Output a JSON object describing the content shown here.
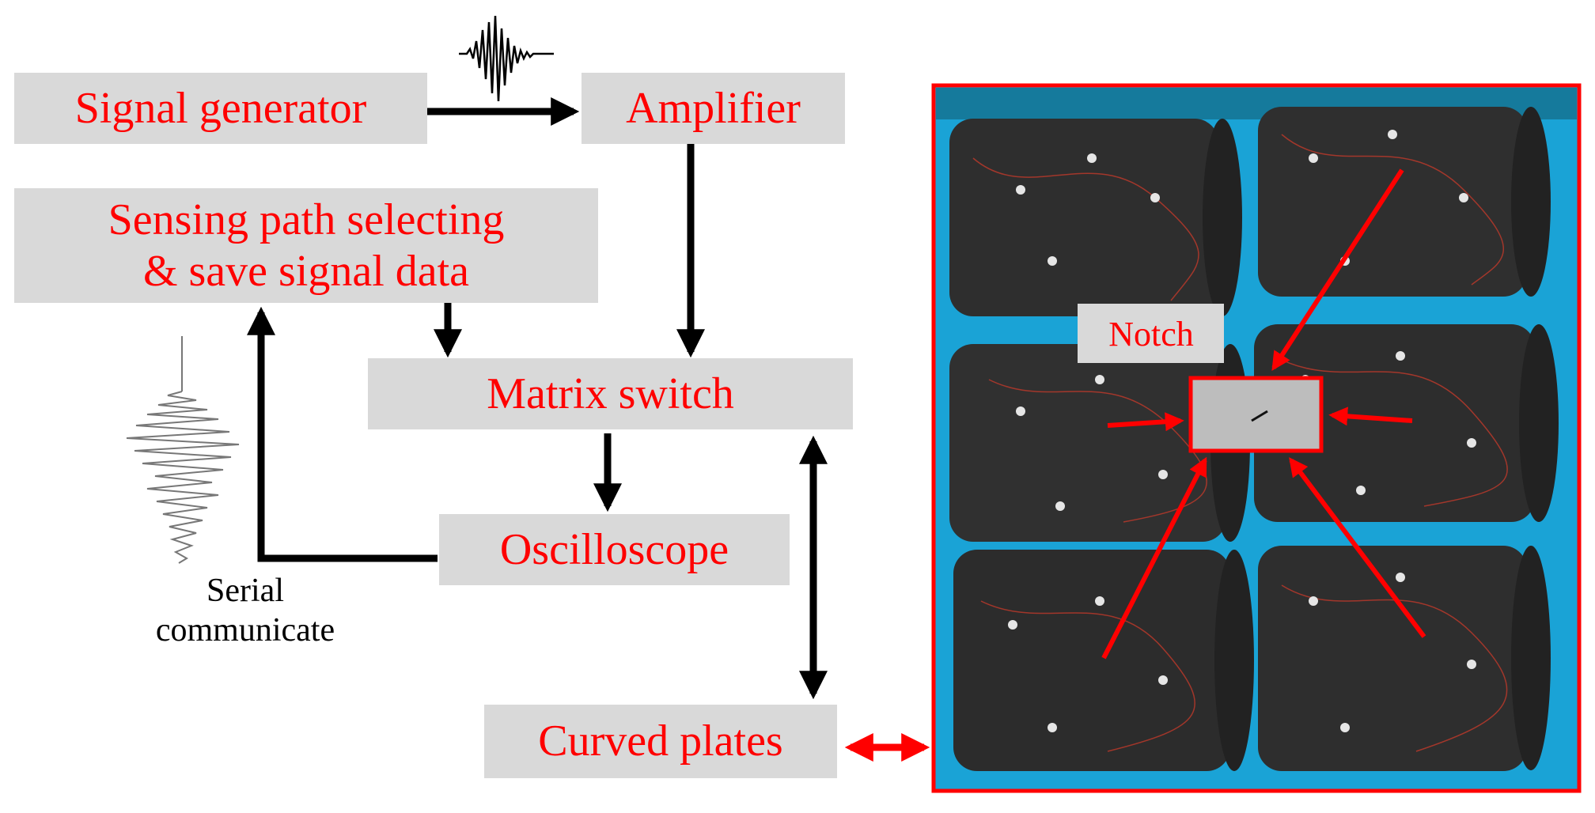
{
  "diagram": {
    "nodes": {
      "signal_generator": "Signal generator",
      "amplifier": "Amplifier",
      "sensing_path": [
        "Sensing path selecting",
        "& save signal data"
      ],
      "matrix_switch": "Matrix switch",
      "oscilloscope": "Oscilloscope",
      "curved_plates": "Curved plates"
    },
    "edge_label": [
      "Serial",
      "communicate"
    ],
    "photo": {
      "notch_label": "Notch",
      "description_icons": [
        "cylinder-specimen",
        "damage-zoom"
      ]
    },
    "colors": {
      "accent": "#ff0000",
      "box_fill": "#d9d9d9",
      "arrow": "#000000",
      "mat_blue": "#1aa3d6",
      "cylinder": "#2e2e2e"
    }
  }
}
